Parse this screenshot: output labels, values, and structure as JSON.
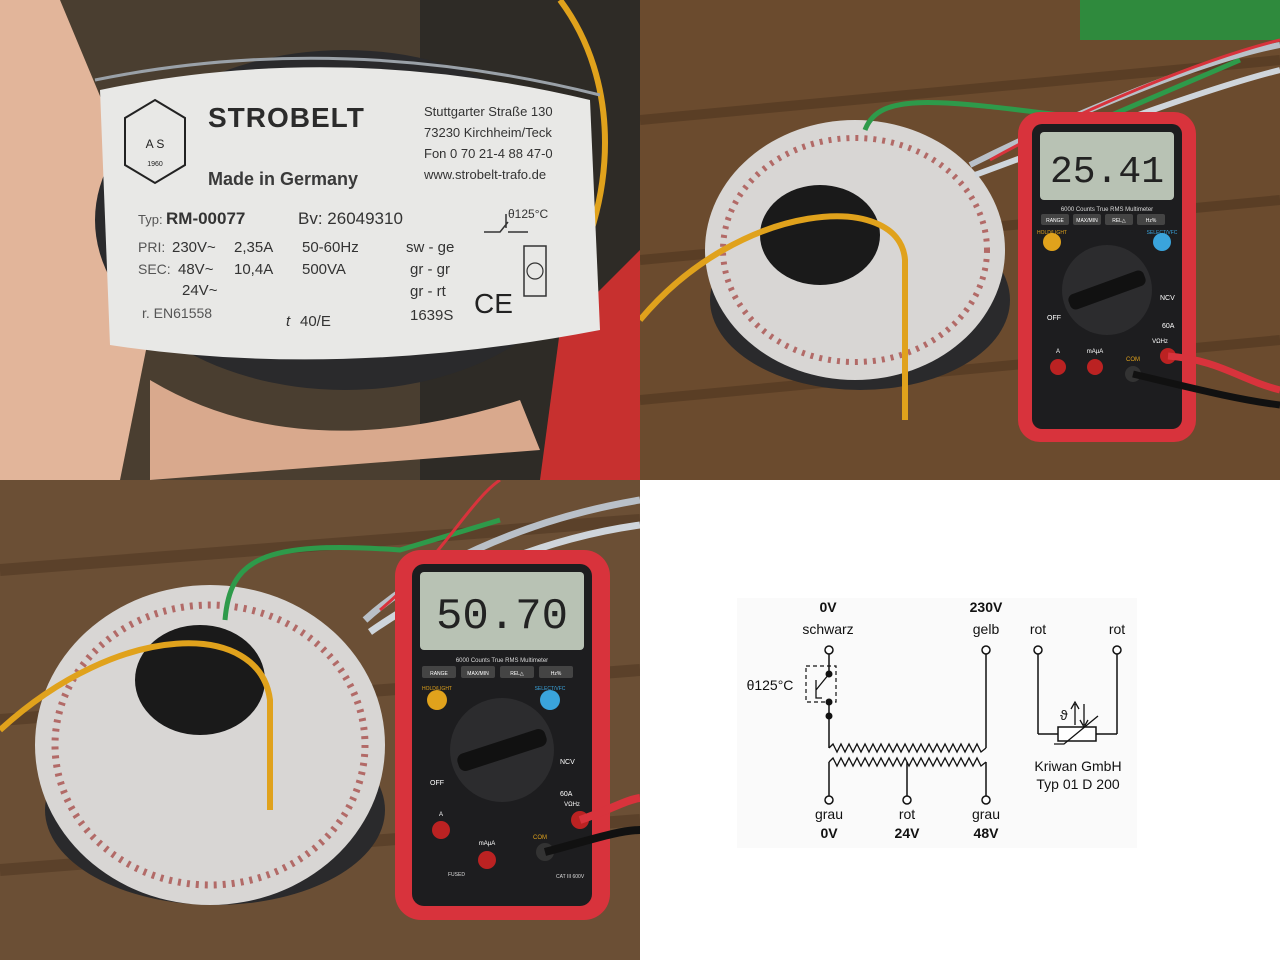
{
  "label": {
    "brand": "STROBELT",
    "address1": "Stuttgarter Straße 130",
    "address2": "73230 Kirchheim/Teck",
    "phone": "Fon 0 70 21-4 88 47-0",
    "web": "www.strobelt-trafo.de",
    "made_in": "Made in Germany",
    "typ_prefix": "Typ:",
    "typ": "RM-00077",
    "bv": "Bv: 26049310",
    "pri_row": [
      "PRI:",
      "230V~",
      "2,35A",
      "50-60Hz",
      "sw - ge"
    ],
    "sec_row": [
      "SEC:",
      "48V~",
      "10,4A",
      "500VA",
      "gr - gr"
    ],
    "sec_row2": [
      "24V~",
      "gr - rt"
    ],
    "norm": "r. EN61558",
    "ta": "40/E",
    "code": "1639S",
    "thermal": "θ125°C",
    "ce": "CE",
    "logo_text": "A S",
    "logo_year": "1960"
  },
  "meter": {
    "reading1": "25.41",
    "reading2": "50.70",
    "buttons": [
      "RANGE",
      "MAX/MIN",
      "REL△",
      "Hz%"
    ],
    "hold": "HOLD/LIGHT",
    "select": "SELECT/VFC",
    "model_line": "6000 Counts True RMS Multimeter",
    "ports": [
      "A",
      "mAµA",
      "COM",
      "VΩHz"
    ],
    "modes": [
      "OFF",
      "NCV",
      "60A"
    ],
    "fuse": "FUSED",
    "cat": "CAT III 600V"
  },
  "schematic": {
    "top_left_voltage": "0V",
    "top_left_color": "schwarz",
    "top_right_voltage": "230V",
    "top_right_color": "gelb",
    "ptc_left": "rot",
    "ptc_right": "rot",
    "thermal_switch": "θ125°C",
    "bottom_left_color": "grau",
    "bottom_mid_color": "rot",
    "bottom_right_color": "grau",
    "bottom_left_voltage": "0V",
    "bottom_mid_voltage": "24V",
    "bottom_right_voltage": "48V",
    "manufacturer": "Kriwan GmbH",
    "part": "Typ 01 D 200",
    "theta": "ϑ"
  },
  "colors": {
    "meter_red": "#d8333c",
    "wire_yellow": "#e0a21c",
    "wire_green": "#2e9a4a",
    "wire_grey": "#b9c0c8",
    "lcd": "#b8c2b4"
  }
}
